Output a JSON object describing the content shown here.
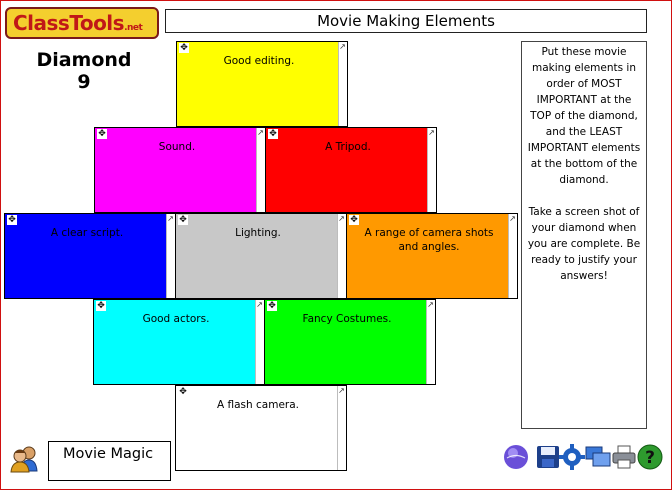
{
  "logo": {
    "text": "ClassTools",
    "suffix": ".net"
  },
  "title": "Movie Making Elements",
  "heading_line1": "Diamond",
  "heading_line2": "9",
  "cards": [
    {
      "text": "Good editing.",
      "color": "#ffff00"
    },
    {
      "text": "Sound.",
      "color": "#ff00ff"
    },
    {
      "text": "A Tripod.",
      "color": "#ff0000"
    },
    {
      "text": "A clear script.",
      "color": "#0000ff"
    },
    {
      "text": "Lighting.",
      "color": "#c8c8c8"
    },
    {
      "text": "A range of camera shots and angles.",
      "color": "#ff9900"
    },
    {
      "text": "Good actors.",
      "color": "#00ffff"
    },
    {
      "text": "Fancy Costumes.",
      "color": "#00ff00"
    },
    {
      "text": "A flash camera.",
      "color": "#ffffff"
    }
  ],
  "card_icons": {
    "move": "move-handle-icon",
    "resize": "resize-arrow-icon"
  },
  "instructions": {
    "para1": "Put these movie making elements in order of MOST IMPORTANT at the TOP of the diamond, and the LEAST IMPORTANT elements at the bottom of the diamond.",
    "para2": "Take a screen shot of your diamond when you are complete.  Be ready to justify your answers!"
  },
  "footer": {
    "name_box": "Movie Magic",
    "toolbar_icons": [
      "globe-icon",
      "save-disk-icon",
      "settings-gear-icon",
      "screens-icon",
      "printer-icon",
      "help-icon"
    ]
  },
  "colors": {
    "frame_border": "#d01010",
    "logo_bg": "#f4cf2e",
    "logo_text": "#c01818"
  }
}
